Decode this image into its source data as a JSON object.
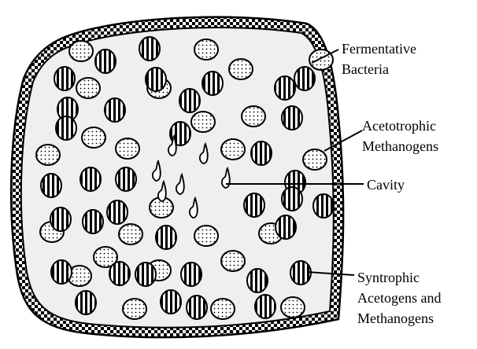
{
  "labels": {
    "fermentative_line1": "Fermentative",
    "fermentative_line2": "Bacteria",
    "acetotrophic_line1": "Acetotrophic",
    "acetotrophic_line2": "Methanogens",
    "cavity": "Cavity",
    "syntrophic_line1": "Syntrophic",
    "syntrophic_line2": "Acetogens and",
    "syntrophic_line3": "Methanogens"
  },
  "colors": {
    "granule_fill": "#efefef",
    "outline": "#000000",
    "background": "#ffffff"
  }
}
